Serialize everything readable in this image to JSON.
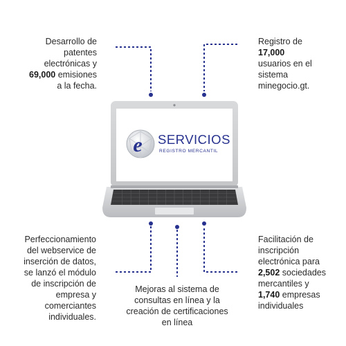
{
  "colors": {
    "connector": "#27318e",
    "brand_blue": "#27318e",
    "laptop_body": "#cfd1d3",
    "laptop_dark": "#3a3a3c",
    "screen_bg": "#ffffff"
  },
  "logo": {
    "title": "SERVICIOS",
    "subtitle": "REGISTRO MERCANTIL",
    "mark_letter": "e"
  },
  "annotations": {
    "top_left": {
      "line1": "Desarrollo de",
      "line2": "patentes",
      "line3": "electrónicas y",
      "bold4": "69,000",
      "line4": " emisiones",
      "line5": "a la fecha."
    },
    "top_right": {
      "line1": "Registro de",
      "bold2": "17,000",
      "line3": "usuarios en el",
      "line4": "sistema",
      "line5": "minegocio.gt."
    },
    "bottom_left": {
      "line1": "Perfeccionamiento",
      "line2": "del webservice de",
      "line3": "inserción de datos,",
      "line4": "se lanzó el módulo",
      "line5": "de inscripción de",
      "line6": "empresa y",
      "line7": "comerciantes",
      "line8": "individuales."
    },
    "bottom_center": {
      "line1": "Mejoras al sistema de",
      "line2": "consultas en línea y la",
      "line3": "creación de certificaciones",
      "line4": "en línea"
    },
    "bottom_right": {
      "line1": "Facilitación de",
      "line2": "inscripción",
      "line3": "electrónica para",
      "bold4": "2,502",
      "line4": " sociedades",
      "line5": "mercantiles y",
      "bold6": "1,740",
      "line6": " empresas",
      "line7": "individuales"
    }
  }
}
